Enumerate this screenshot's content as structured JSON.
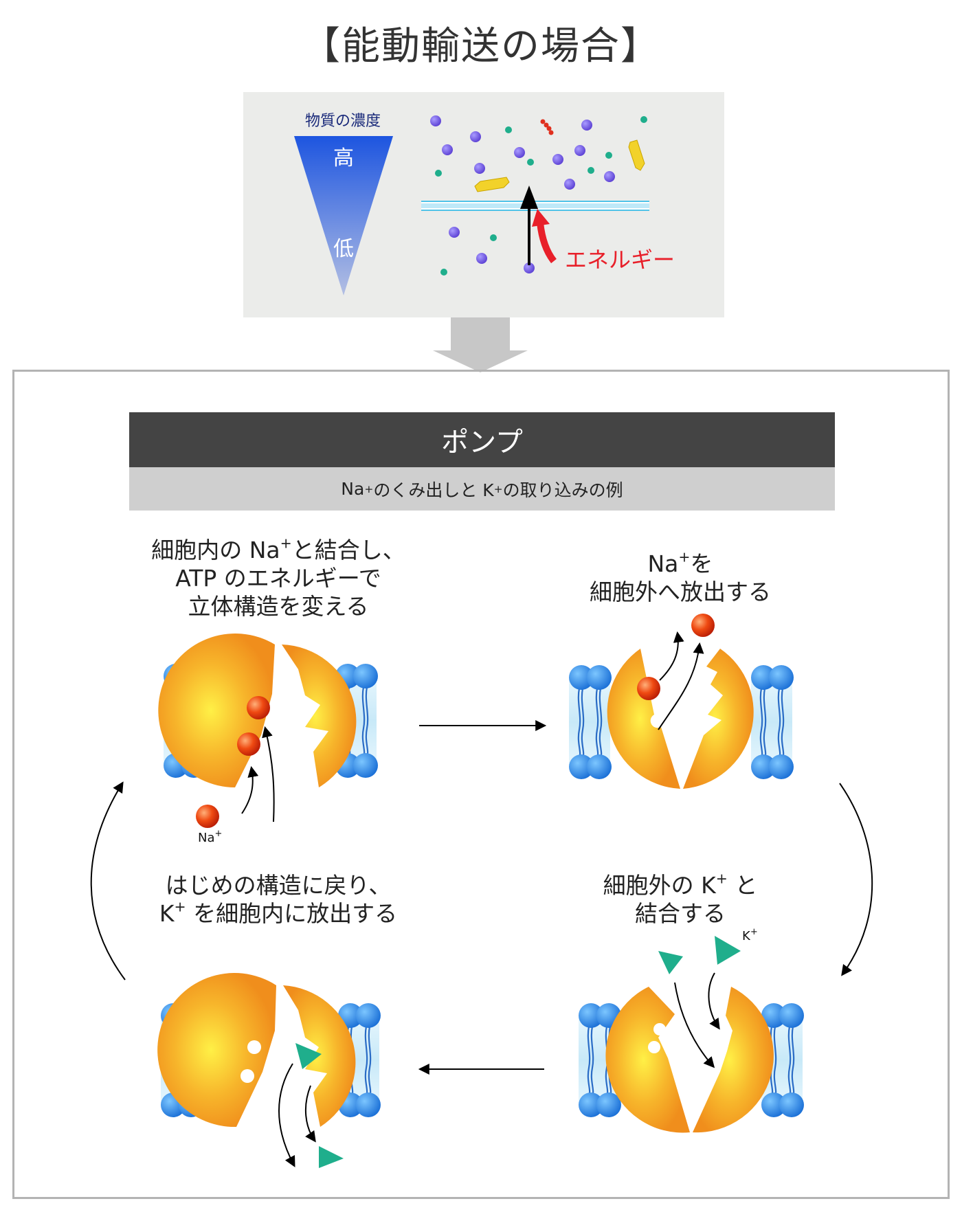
{
  "title": "【能動輸送の場合】",
  "concentration": {
    "label": "物質の濃度",
    "high": "高",
    "low": "低"
  },
  "energy_label": "エネルギー",
  "pump": {
    "heading": "ポンプ",
    "subtitle": {
      "na": "Na",
      "sup": "+",
      "mid": " のくみ出しと K",
      "end": " の取り込みの例"
    }
  },
  "steps": {
    "step1": {
      "l1a": "細胞内の Na",
      "sup": "+",
      "l1b": "と結合し、",
      "l2": "ATP のエネルギーで",
      "l3": "立体構造を変える"
    },
    "step2": {
      "l1a": "Na",
      "sup": "+",
      "l1b": "を",
      "l2": "細胞外へ放出する"
    },
    "step3": {
      "l1a": "細胞外の K",
      "sup": "+",
      "l1b": " と",
      "l2": "結合する"
    },
    "step4": {
      "l1": "はじめの構造に戻り、",
      "l2a": "K",
      "sup": "+",
      "l2b": " を細胞内に放出する"
    }
  },
  "ion_labels": {
    "na": "Na",
    "k": "K",
    "sup": "+"
  },
  "colors": {
    "pump_orange": "#f39a1d",
    "pump_core": "#fff046",
    "sodium_ion": "#e8310d",
    "potassium_ion": "#1fae8c",
    "lipid_head": "#1e88e0",
    "membrane_fill": "#d6eefa",
    "energy_red": "#e8202a",
    "gradient_top": "#1d55e0",
    "gradient_bottom": "#aab8e0"
  }
}
